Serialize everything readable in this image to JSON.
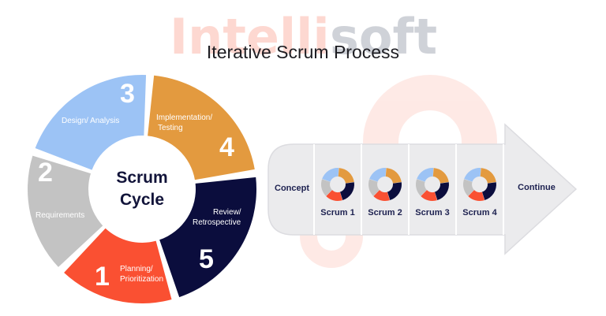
{
  "watermark": {
    "part1": "Intelli",
    "part2": "soft"
  },
  "title": "Iterative Scrum Process",
  "cycle": {
    "center_line1": "Scrum",
    "center_line2": "Cycle",
    "segments": [
      {
        "number": "1",
        "label1": "Planning/",
        "label2": "Prioritization",
        "color": "#fa5032"
      },
      {
        "number": "2",
        "label1": "Requirements",
        "label2": "",
        "color": "#c3c3c3"
      },
      {
        "number": "3",
        "label1": "Design/ Analysis",
        "label2": "",
        "color": "#9cc3f5"
      },
      {
        "number": "4",
        "label1": "Implementation/",
        "label2": "Testing",
        "color": "#e39a3f"
      },
      {
        "number": "5",
        "label1": "Review/",
        "label2": "Retrospective",
        "color": "#0b0d3d"
      }
    ]
  },
  "timeline": {
    "start": "Concept",
    "sprints": [
      "Scrum 1",
      "Scrum 2",
      "Scrum 3",
      "Scrum 4"
    ],
    "end": "Continue"
  }
}
